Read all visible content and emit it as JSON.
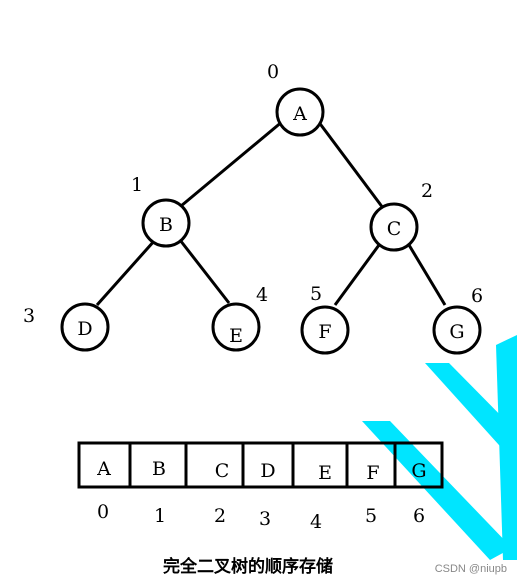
{
  "tree": {
    "nodes": [
      {
        "label": "A",
        "index": "0"
      },
      {
        "label": "B",
        "index": "1"
      },
      {
        "label": "C",
        "index": "2"
      },
      {
        "label": "D",
        "index": "3"
      },
      {
        "label": "E",
        "index": "4"
      },
      {
        "label": "F",
        "index": "5"
      },
      {
        "label": "G",
        "index": "6"
      }
    ]
  },
  "array": {
    "cells": [
      "A",
      "B",
      "C",
      "D",
      "E",
      "F",
      "G"
    ],
    "indices": [
      "0",
      "1",
      "2",
      "3",
      "4",
      "5",
      "6"
    ]
  },
  "caption": "完全二叉树的顺序存储",
  "watermark_text": "CSDN @niupb",
  "colors": {
    "stroke": "#000000",
    "accent": "#00e5ff"
  }
}
